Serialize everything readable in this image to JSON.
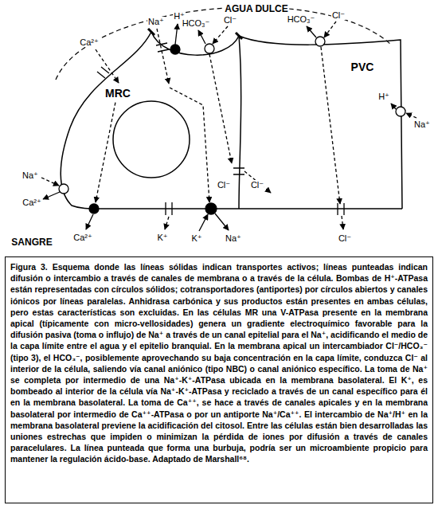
{
  "diagram": {
    "caption": "Figura 3. Esquema donde las líneas sólidas indican transportes activos; líneas punteadas indican difusión o intercambio a través de canales de membrana o a través de la célula. Bombas de H⁺-ATPasa están representadas con círculos sólidos; cotransportadores (antiportes) por círculos abiertos y canales iónicos por líneas paralelas. Anhidrasa carbónica y sus productos están presentes en ambas células, pero estas características son excluidas. En las células MR una V-ATPasa presente en la membrana apical (típicamente con micro-vellosidades) genera un gradiente electroquímico favorable para la difusión pasiva (toma o influjo) de Na⁺ a través de un canal epitelial para el Na⁺, acidificando el medio de la capa límite entre el agua y el epitelio branquial. En la membrana apical un intercambiador Cl⁻/HCO₃⁻ (tipo 3), el HCO₃⁻, posiblemente aprovechando su baja concentración en la capa límite, conduzca Cl⁻ al interior de la célula, saliendo vía canal aniónico (tipo NBC) o canal aniónico específico. La toma de Na⁺ se completa por intermedio de una Na⁺-K⁺-ATPasa ubicada en la membrana basolateral. El K⁺, es bombeado al interior de la célula vía Na⁺-K⁺-ATPasa y reciclado a través de un canal específico para él en la membrana basolateral. La toma de Ca⁺⁺, se hace a través de canales apicales y en la membrana basolateral por intermedio de Ca⁺⁺-ATPasa o por un antiporte Na⁺/Ca⁺⁺. El intercambio de Na⁺/H⁺ en la membrana basolateral previene la acidificación del citosol. Entre las células están bien desarrolladas las uniones estrechas que impiden o minimizan la pérdida de iones por difusión a través de canales paracelulares. La línea punteada que forma una burbuja, podría ser un microambiente propicio para mantener la regulación ácido-base. Adaptado de Marshall⁶⁸.",
    "nodes": [
      {
        "text": [
          "MRC"
        ]
      },
      {
        "text": [
          "PVC"
        ]
      }
    ],
    "labels": [
      "AGUA DULCE",
      "Na⁺",
      "H⁺",
      "HCO₃⁻",
      "Cl⁻",
      "HCO₃⁻",
      "Cl⁻",
      "Ca²⁺",
      "Cl⁻",
      "Cl⁻",
      "H⁺",
      "Na⁺",
      "Cl⁻",
      "Na⁺",
      "Ca²⁺",
      "Ca²⁺",
      "K⁺",
      "K⁺",
      "Na⁺",
      "SANGRE"
    ]
  }
}
